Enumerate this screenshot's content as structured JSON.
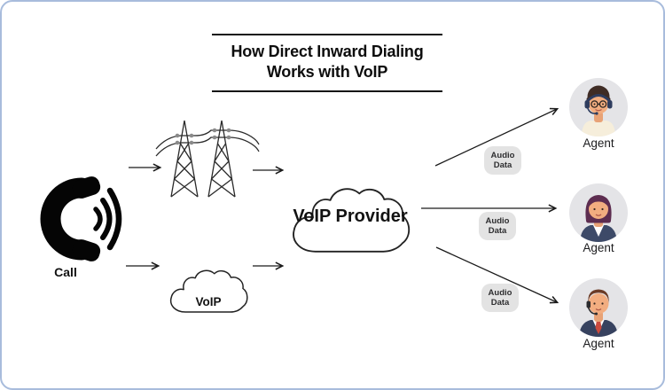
{
  "title": {
    "text": "How Direct Inward Dialing Works with VoIP"
  },
  "nodes": {
    "call": {
      "label": "Call",
      "icon": "phone-call-icon"
    },
    "pstn": {
      "icon": "transmission-towers-icon"
    },
    "voip": {
      "label": "VoIP",
      "icon": "cloud-icon"
    },
    "provider": {
      "label": "VoIP Provider",
      "icon": "cloud-icon"
    },
    "agents": [
      {
        "label": "Agent",
        "icon": "female-agent-headset-avatar"
      },
      {
        "label": "Agent",
        "icon": "female-agent-avatar"
      },
      {
        "label": "Agent",
        "icon": "male-agent-headset-avatar"
      }
    ]
  },
  "edges": {
    "audio_data": [
      {
        "label": "Audio Data"
      },
      {
        "label": "Audio Data"
      },
      {
        "label": "Audio Data"
      }
    ]
  },
  "colors": {
    "frame_border": "#a8bcdc",
    "line": "#1a1a1a",
    "wire_dot": "#8a8a8a",
    "badge_bg": "#e3e3e3",
    "avatar_bg": "#e4e4e7",
    "skin": "#f2ad80",
    "headset_navy": "#2e3c5e",
    "suit_navy": "#37425f",
    "blazer_navy": "#3d4a68",
    "tie_red": "#cc4a3d",
    "hair_brown": "#3f2c25",
    "hair_plum": "#5d2d50",
    "hair_auburn": "#6b3b26",
    "shirt_cream": "#f6eedb"
  }
}
